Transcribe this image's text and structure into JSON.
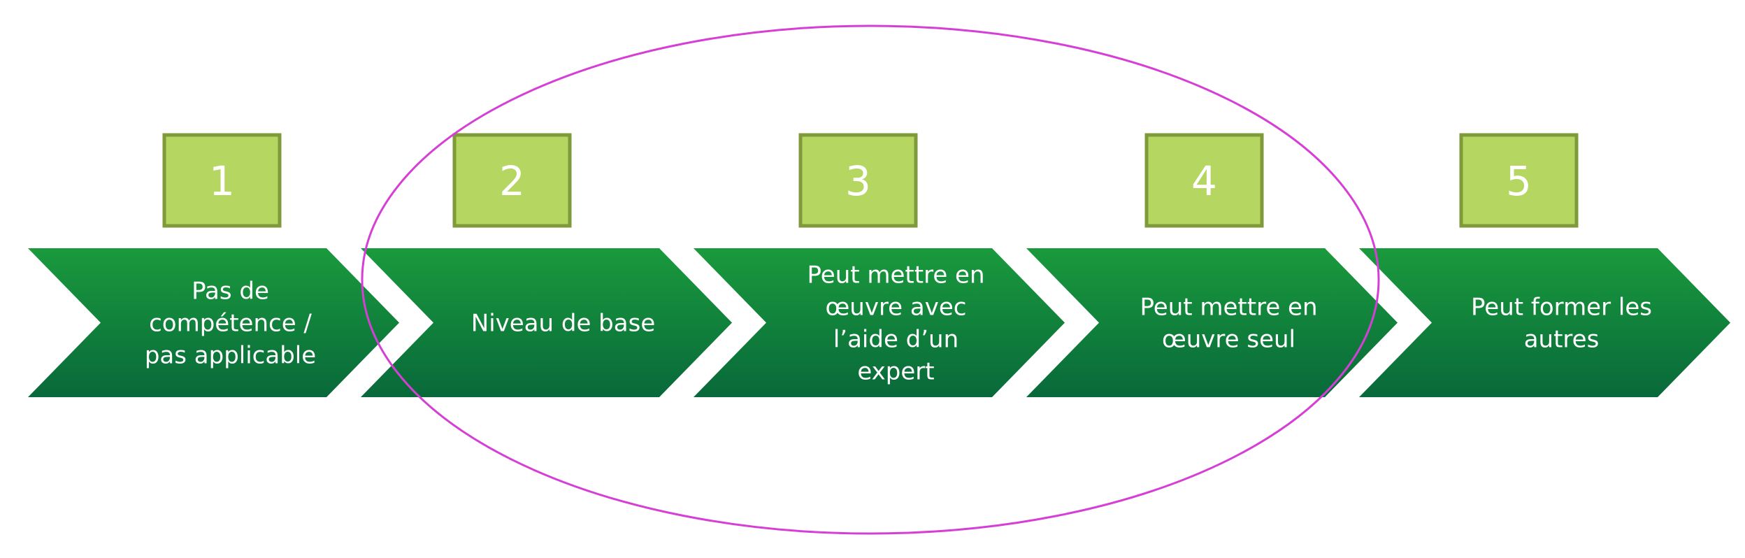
{
  "steps": [
    {
      "number": "1",
      "label_lines": [
        "Pas de",
        "compétence /",
        "pas applicable"
      ]
    },
    {
      "number": "2",
      "label_lines": [
        "Niveau de base"
      ]
    },
    {
      "number": "3",
      "label_lines": [
        "Peut mettre en",
        "œuvre avec",
        "l’aide d’un",
        "expert"
      ]
    },
    {
      "number": "4",
      "label_lines": [
        "Peut mettre en",
        "œuvre seul"
      ]
    },
    {
      "number": "5",
      "label_lines": [
        "Peut former les",
        "autres"
      ]
    }
  ],
  "highlight": {
    "covers_steps": [
      "2",
      "3",
      "4"
    ],
    "color": "#d63fd6"
  },
  "colors": {
    "number_box_fill": "#b5d661",
    "number_box_border": "#7f9a3a",
    "chevron_top": "#1a9a3d",
    "chevron_bottom": "#08693a"
  }
}
